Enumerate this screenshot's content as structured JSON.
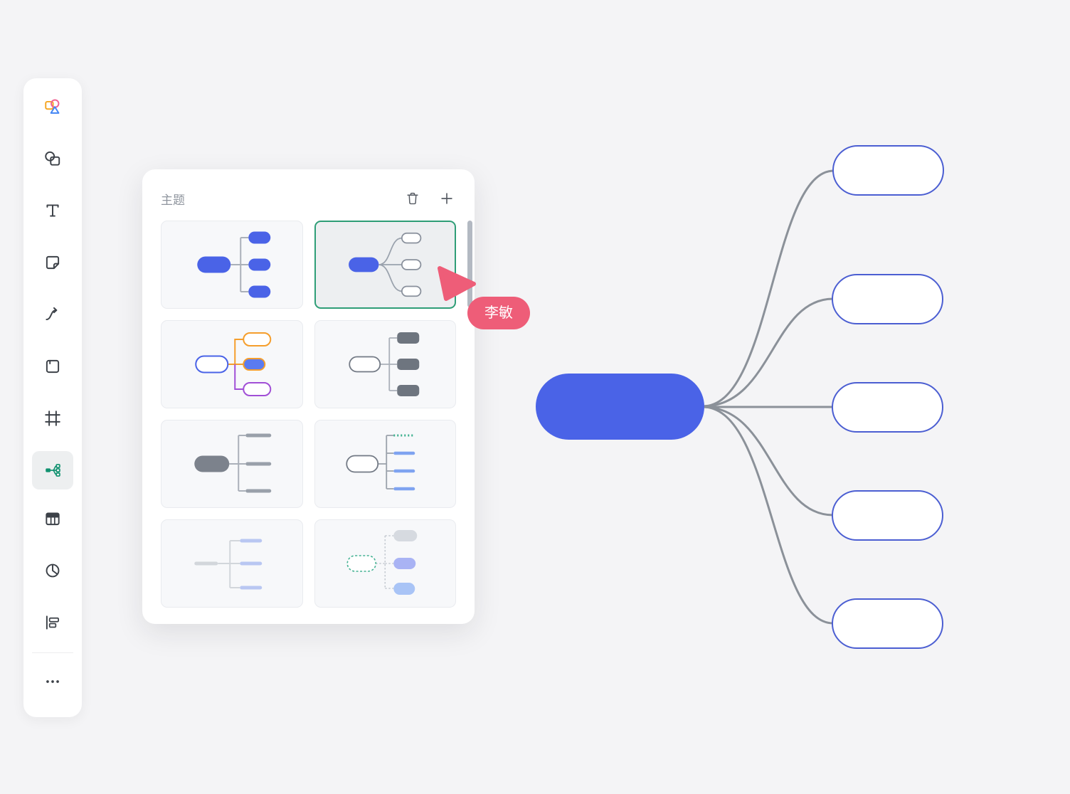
{
  "app": {
    "background_color": "#f4f4f6"
  },
  "colors": {
    "accent-blue": "#4a63e7",
    "node-border-blue": "#4b5ed2",
    "selection-green": "#2f9e77",
    "collaborator-pink": "#ee5d78",
    "connector-gray": "#8b9199"
  },
  "toolbar": {
    "selected_tool": "mindmap",
    "tools": [
      {
        "id": "logo",
        "icon": "shapes-logo-icon"
      },
      {
        "id": "shapes",
        "icon": "shapes-icon"
      },
      {
        "id": "text",
        "icon": "text-icon"
      },
      {
        "id": "sticky-note",
        "icon": "sticky-note-icon"
      },
      {
        "id": "connector",
        "icon": "connector-arrow-icon"
      },
      {
        "id": "page",
        "icon": "page-icon"
      },
      {
        "id": "frame",
        "icon": "frame-icon"
      },
      {
        "id": "mindmap",
        "icon": "mindmap-icon"
      },
      {
        "id": "table",
        "icon": "table-icon"
      },
      {
        "id": "chart",
        "icon": "pie-chart-icon"
      },
      {
        "id": "align",
        "icon": "align-icon"
      },
      {
        "id": "more",
        "icon": "more-dots-icon"
      }
    ]
  },
  "theme_panel": {
    "title": "主题",
    "header_actions": [
      {
        "id": "delete",
        "icon": "trash-icon"
      },
      {
        "id": "add",
        "icon": "plus-icon"
      }
    ],
    "templates": [
      {
        "id": "blue-filled-elbow",
        "selected": false
      },
      {
        "id": "blue-curved-outline",
        "selected": true
      },
      {
        "id": "colorful-outline",
        "selected": false
      },
      {
        "id": "dark-gray-filled",
        "selected": false
      },
      {
        "id": "gray-lines",
        "selected": false
      },
      {
        "id": "blue-tree-lines",
        "selected": false
      },
      {
        "id": "light-lines",
        "selected": false
      },
      {
        "id": "pastel-dashed",
        "selected": false
      }
    ]
  },
  "collaborator_cursor": {
    "name": "李敏"
  },
  "mindmap": {
    "root": {
      "label": ""
    },
    "children": [
      {
        "label": ""
      },
      {
        "label": ""
      },
      {
        "label": ""
      },
      {
        "label": ""
      },
      {
        "label": ""
      }
    ]
  }
}
